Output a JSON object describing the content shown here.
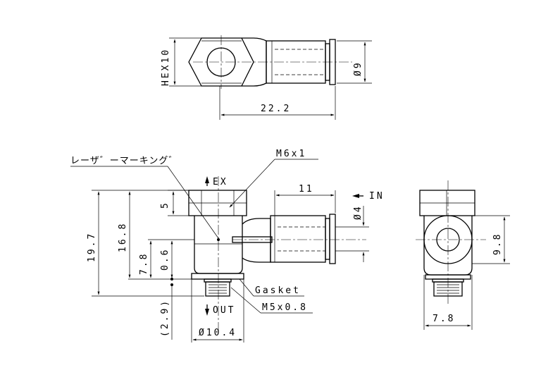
{
  "top_view": {
    "hex_label": "HEX10",
    "dia_label": "Ø9",
    "length_label": "22.2"
  },
  "front_view": {
    "laser_label": "レーザ゛ーマーキング゛",
    "thread_top_label": "M6x1",
    "ex_label": "EX",
    "in_label": "IN",
    "out_label": "OUT",
    "dim_11": "11",
    "dim_5": "5",
    "dim_dia4": "Ø4",
    "dim_19_7": "19.7",
    "dim_16_8": "16.8",
    "dim_7_8": "7.8",
    "dim_0_6": "0.6",
    "dim_2_9": "(2.9)",
    "dim_dia10_4": "Ø10.4",
    "gasket_label": "Gasket",
    "thread_bottom_label": "M5x0.8"
  },
  "side_view": {
    "dim_9_8": "9.8",
    "dim_7_8": "7.8"
  }
}
